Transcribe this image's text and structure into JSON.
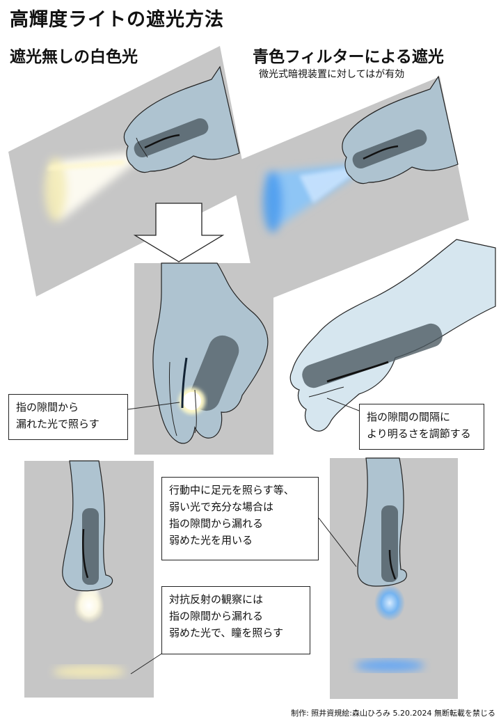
{
  "title": "高輝度ライトの遮光方法",
  "section_white": "遮光無しの白色光",
  "section_blue": "青色フィルターによる遮光",
  "section_blue_note": "微光式暗視装置に対してはが有効",
  "callout_gap": [
    "指の隙間から",
    "漏れた光で照らす"
  ],
  "callout_adjust": [
    "指の隙間の間隔に",
    "より明るさを調節する"
  ],
  "callout_move": [
    "行動中に足元を照らす等、",
    "弱い光で充分な場合は",
    "指の隙間から漏れる",
    "弱めた光を用いる"
  ],
  "callout_observe": [
    "対抗反射の観察には",
    "指の隙間から漏れる",
    "弱めた光で、瞳を照らす"
  ],
  "credit": "制作: 照井資規絵:森山ひろみ 5.20.2024  無断転載を禁じる",
  "colors": {
    "panel": "#c6c6c6",
    "hand": "#aec3d0",
    "hand_light": "#d6e6ef",
    "flashlight": "#4d5b63",
    "beam_white": "#fffbe8",
    "beam_blue": "#5aa6f2",
    "outline": "#222222"
  }
}
